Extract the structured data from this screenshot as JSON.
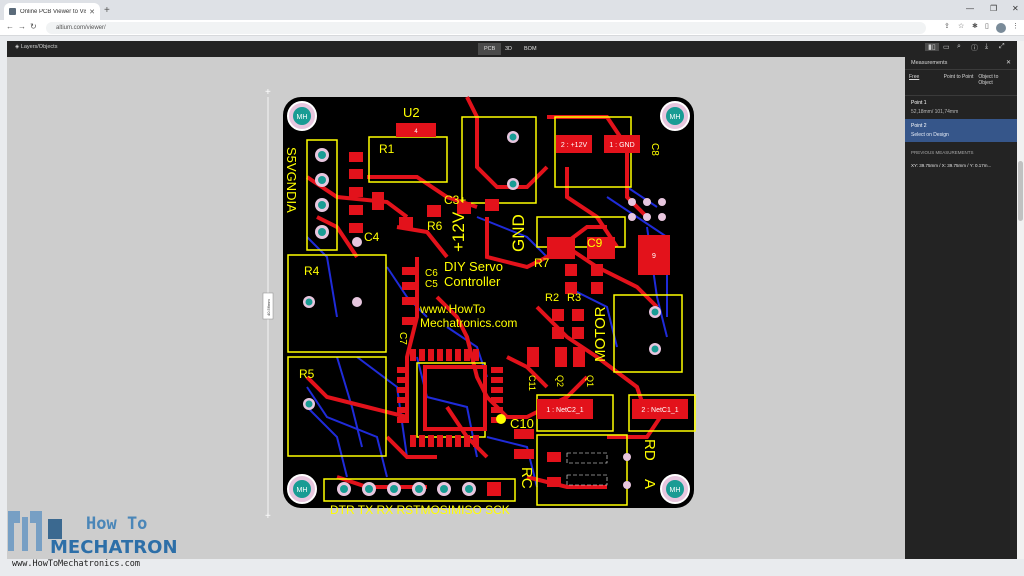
{
  "browser": {
    "tab_title": "Online PCB Viewer to Visualize ...",
    "url": "altium.com/viewer/"
  },
  "viewer": {
    "layers_label": "Layers/Objects",
    "view_tabs": [
      "PCB",
      "3D",
      "BOM"
    ],
    "dimension_label": "40.56mm"
  },
  "measurements": {
    "title": "Measurements",
    "modes": [
      "Free",
      "Point to Point",
      "Object to Object"
    ],
    "point1_label": "Point 1",
    "point1_value": "52,18mm/ 101,74mm",
    "point2_label": "Point 2",
    "point2_value": "Select on Design",
    "previous_label": "PREVIOUS MEASUREMENTS",
    "previous_value": "XY: 39.75mm / X: 39.75mm / Y: 0.17m..."
  },
  "pcb": {
    "mounting_hole_label": "MH",
    "u2": "U2",
    "u2_pad": "4",
    "r1": "R1",
    "r4": "R4",
    "r5": "R5",
    "r6": "R6",
    "r7": "R7",
    "r2": "R2",
    "r3": "R3",
    "c3": "C3+",
    "c4": "C4",
    "c5": "C5",
    "c6": "C6",
    "c7": "C7",
    "c8": "C8",
    "c9": "C9",
    "c10": "C10",
    "c11": "C11",
    "q2": "Q2",
    "q1": "Q1",
    "v12": "+12V",
    "gnd": "GND",
    "servo_label": "S5VGNDIA",
    "title1": "DIY Servo",
    "title2": "Controller",
    "web1": "www.HowTo",
    "web2": "Mechatronics.com",
    "motor": "MOTOR",
    "pad_12v": "2 : +12V",
    "pad_gnd": "1 : GND",
    "pad_netc2": "1 : NetC2_1",
    "pad_netc1": "2 : NetC1_1",
    "pad_9": "9",
    "rd": "RD",
    "a": "A",
    "rc": "RC",
    "header_labels": "DTR TX RX RSTMOSIMISO SCK"
  },
  "watermark": {
    "line1": "How To",
    "line2": "MECHATRONICS",
    "site": "www.HowToMechatronics.com"
  }
}
